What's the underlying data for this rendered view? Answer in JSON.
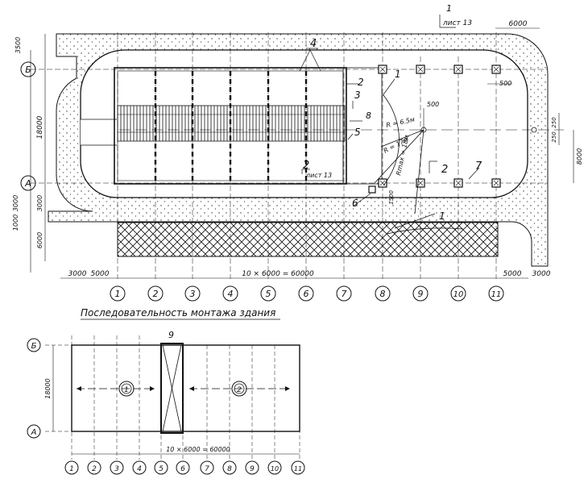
{
  "colors": {
    "ink": "#111111",
    "paper": "#ffffff"
  },
  "plan": {
    "axes_letters": [
      "Б",
      "А"
    ],
    "axes_numbers": [
      "1",
      "2",
      "3",
      "4",
      "5",
      "6",
      "7",
      "8",
      "9",
      "10",
      "11"
    ],
    "top_dims": [
      "6000",
      "3500"
    ],
    "left_dims": [
      "18000",
      "3000",
      "3000",
      "1000",
      "6000"
    ],
    "bottom_dims": [
      "3000",
      "5000",
      "10 × 6000 = 60000",
      "5000",
      "3000"
    ],
    "right_dims": [
      "250",
      "250",
      "8000"
    ],
    "small_dims": [
      "500",
      "500",
      "1500"
    ],
    "callouts": [
      "1",
      "2",
      "3",
      "4",
      "5",
      "6",
      "7",
      "8"
    ],
    "section_marks": [
      {
        "num": "1",
        "sheet": "лист 13"
      },
      {
        "num": "2",
        "sheet": "лист 13"
      }
    ],
    "section_label": "2",
    "radius_labels": [
      "R = 6.5м",
      "R = 17м",
      "Rmax = 18м"
    ]
  },
  "sequence": {
    "title": "Последовательность монтажа здания",
    "axes_letters": [
      "Б",
      "А"
    ],
    "axes_numbers": [
      "1",
      "2",
      "3",
      "4",
      "5",
      "6",
      "7",
      "8",
      "9",
      "10",
      "11"
    ],
    "height_dim": "18000",
    "span_dim": "10 × 6000 = 60000",
    "callout": "9",
    "stages": [
      "1",
      "2"
    ]
  }
}
